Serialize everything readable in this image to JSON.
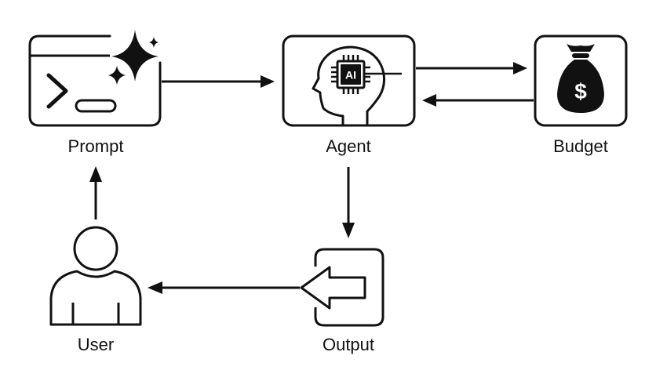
{
  "nodes": {
    "prompt": {
      "label": "Prompt",
      "icon": "terminal-sparkle-icon"
    },
    "agent": {
      "label": "Agent",
      "icon": "ai-head-chip-icon",
      "chip_text": "AI"
    },
    "budget": {
      "label": "Budget",
      "icon": "money-bag-icon",
      "symbol": "$"
    },
    "user": {
      "label": "User",
      "icon": "user-icon"
    },
    "output": {
      "label": "Output",
      "icon": "output-arrow-icon"
    }
  },
  "edges": [
    {
      "from": "prompt",
      "to": "agent"
    },
    {
      "from": "agent",
      "to": "budget"
    },
    {
      "from": "budget",
      "to": "agent"
    },
    {
      "from": "agent",
      "to": "output"
    },
    {
      "from": "output",
      "to": "user"
    },
    {
      "from": "user",
      "to": "prompt"
    }
  ],
  "colors": {
    "stroke": "#111111",
    "background": "#ffffff"
  }
}
